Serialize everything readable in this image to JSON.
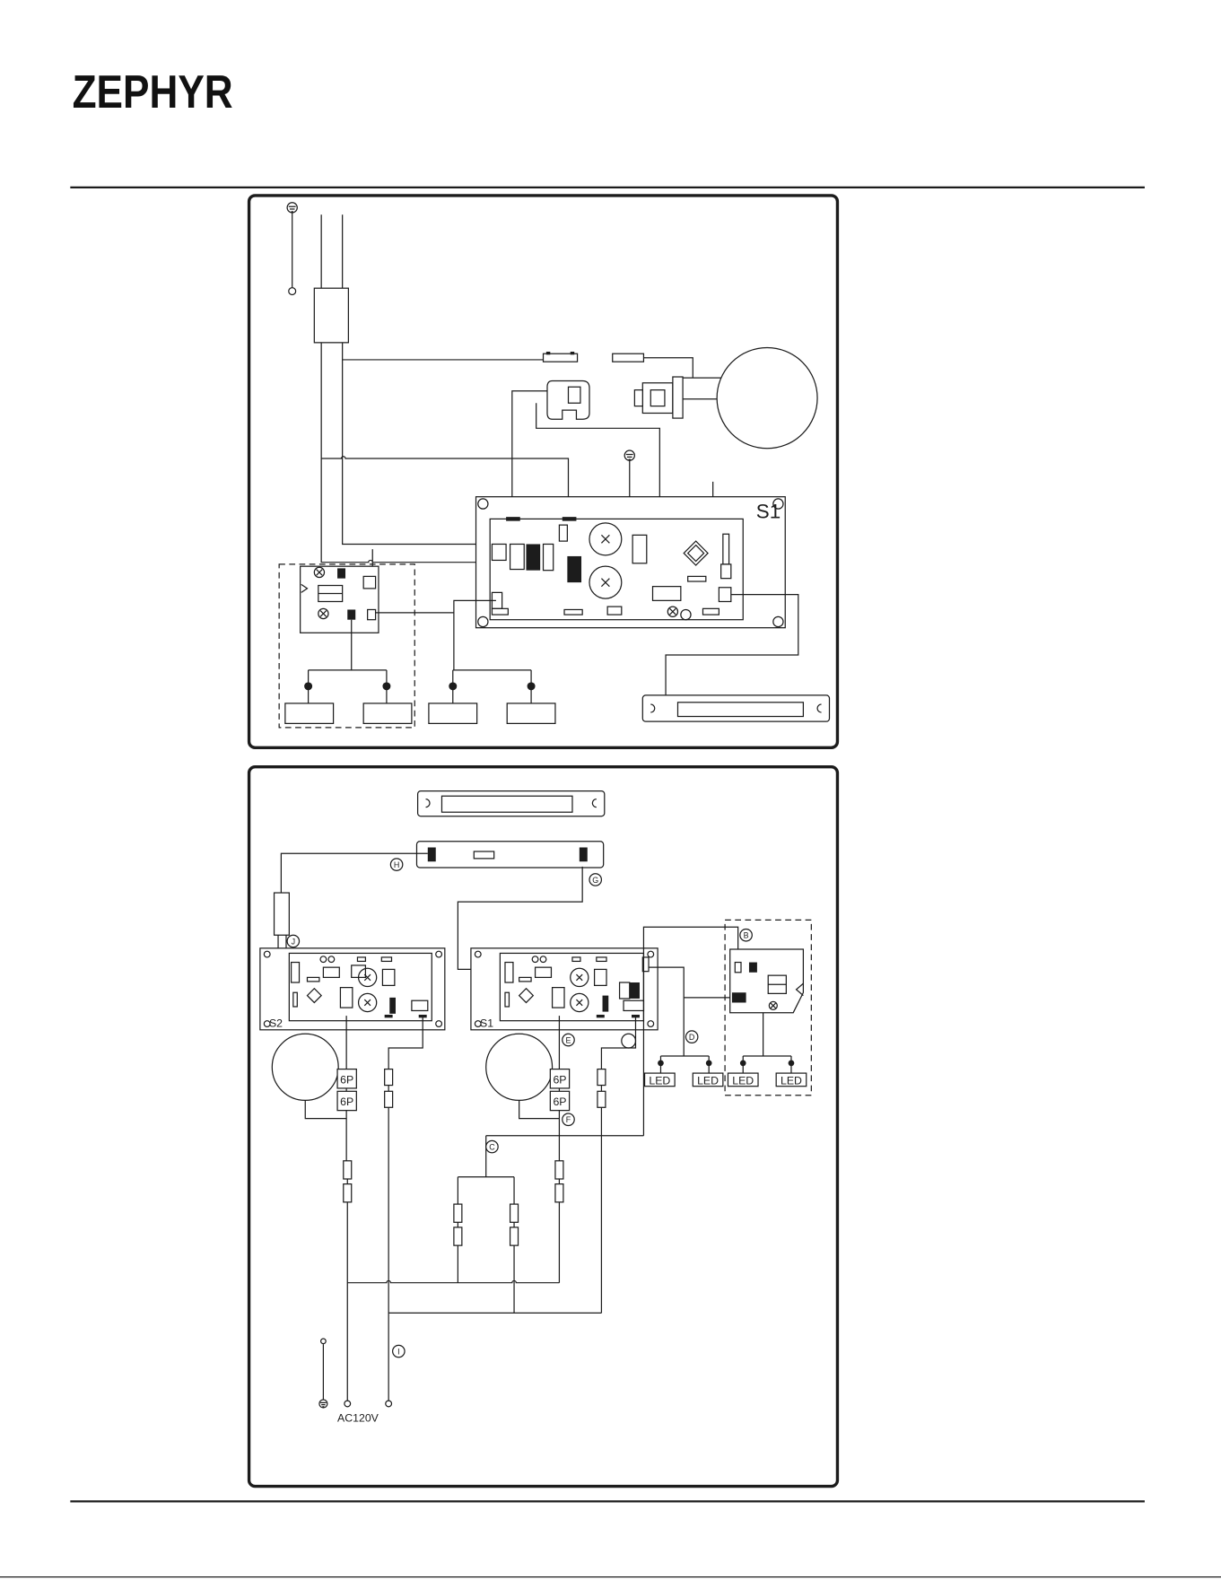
{
  "header": {
    "logo": "ZEPHYR"
  },
  "icons": {
    "ground": "ground-icon",
    "motor": "motor-icon",
    "led_bar": "led-bar-icon"
  },
  "top_diagram": {
    "board_label": "S1"
  },
  "bottom_diagram": {
    "board_left_label": "S2",
    "board_right_label": "S1",
    "connector_labels": [
      "6P",
      "6P",
      "6P",
      "6P"
    ],
    "led_labels": [
      "LED",
      "LED",
      "LED",
      "LED"
    ],
    "callouts": [
      "H",
      "G",
      "J",
      "B",
      "E",
      "D",
      "F",
      "C",
      "I"
    ],
    "supply_label": "AC120V"
  }
}
